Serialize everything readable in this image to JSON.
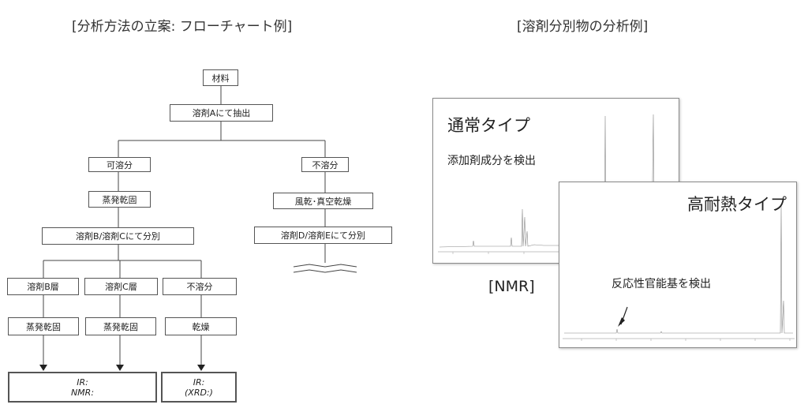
{
  "headings": {
    "flowchart": "[分析方法の立案: フローチャート例]",
    "analysis": "[溶剤分別物の分析例]"
  },
  "flowchart": {
    "material": "材料",
    "extract": "溶剤Aにて抽出",
    "soluble": "可溶分",
    "insoluble": "不溶分",
    "evaporate": "蒸発乾固",
    "air_vacuum_dry": "風乾･真空乾燥",
    "separate_bc": "溶剤B/溶剤Cにて分別",
    "separate_de": "溶剤D/溶剤Eにて分別",
    "layer_b": "溶剤B層",
    "layer_c": "溶剤C層",
    "insoluble2": "不溶分",
    "evaporate_b": "蒸発乾固",
    "evaporate_c": "蒸発乾固",
    "dry": "乾燥",
    "result1_line1": "IR:",
    "result1_line2": "NMR:",
    "result2_line1": "IR:",
    "result2_line2": "(XRD:)"
  },
  "spectra": {
    "nmr_label": "[NMR]",
    "normal": {
      "title": "通常タイプ",
      "annotation": "添加剤成分を検出"
    },
    "heat_resistant": {
      "title": "高耐熱タイプ",
      "annotation": "反応性官能基を検出"
    }
  }
}
